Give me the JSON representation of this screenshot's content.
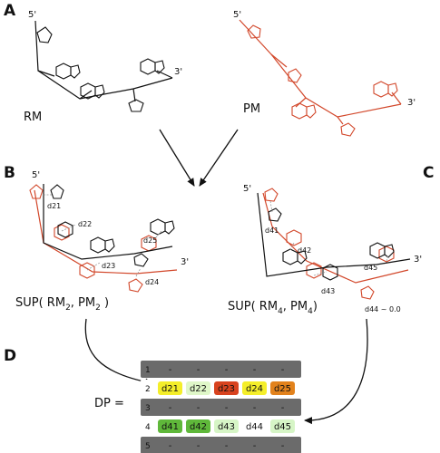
{
  "panels": {
    "A": {
      "letter": "A",
      "rm": {
        "label": "RM",
        "five_prime": "5'",
        "three_prime": "3'"
      },
      "pm": {
        "label": "PM",
        "five_prime": "5'",
        "three_prime": "3'"
      }
    },
    "B": {
      "letter": "B",
      "five_prime": "5'",
      "three_prime": "3'",
      "distances": [
        "d21",
        "d22",
        "d23",
        "d24",
        "d25"
      ],
      "sup_label": {
        "pre": "SUP( RM",
        "sub1": "2",
        "mid": ", PM",
        "sub2": "2",
        "post": " )"
      }
    },
    "C": {
      "letter": "C",
      "five_prime": "5'",
      "three_prime": "3'",
      "distances": [
        "d41",
        "d42",
        "d43",
        "d45"
      ],
      "note": "d44 ~  0.0",
      "sup_label": {
        "pre": "SUP( RM",
        "sub1": "4",
        "mid": ", PM",
        "sub2": "4",
        "post": ")"
      }
    },
    "D": {
      "letter": "D",
      "matrix_label": "DP =",
      "rows": [
        {
          "index": "1",
          "cells": [
            "-",
            "-",
            "-",
            "-",
            "-"
          ]
        },
        {
          "index": "2",
          "cells": [
            "d21",
            "d22",
            "d23",
            "d24",
            "d25"
          ]
        },
        {
          "index": "3",
          "cells": [
            "-",
            "-",
            "-",
            "-",
            "-"
          ]
        },
        {
          "index": "4",
          "cells": [
            "d41",
            "d42",
            "d43",
            "d44",
            "d45"
          ]
        },
        {
          "index": "5",
          "cells": [
            "-",
            "-",
            "-",
            "-",
            "-"
          ]
        }
      ]
    }
  },
  "colors": {
    "reference_model": "#111111",
    "predicted_model": "#d2472a",
    "empty_row": "#6b6b6b",
    "d21": "#f4ee2a",
    "d22": "#dff7c8",
    "d23": "#d8431f",
    "d24": "#f4ee2a",
    "d25": "#e2821c",
    "d41": "#5fb83a",
    "d42": "#5fb83a",
    "d43": "#d6f5c6",
    "d44": "#ffffff",
    "d45": "#d6f5c6"
  }
}
